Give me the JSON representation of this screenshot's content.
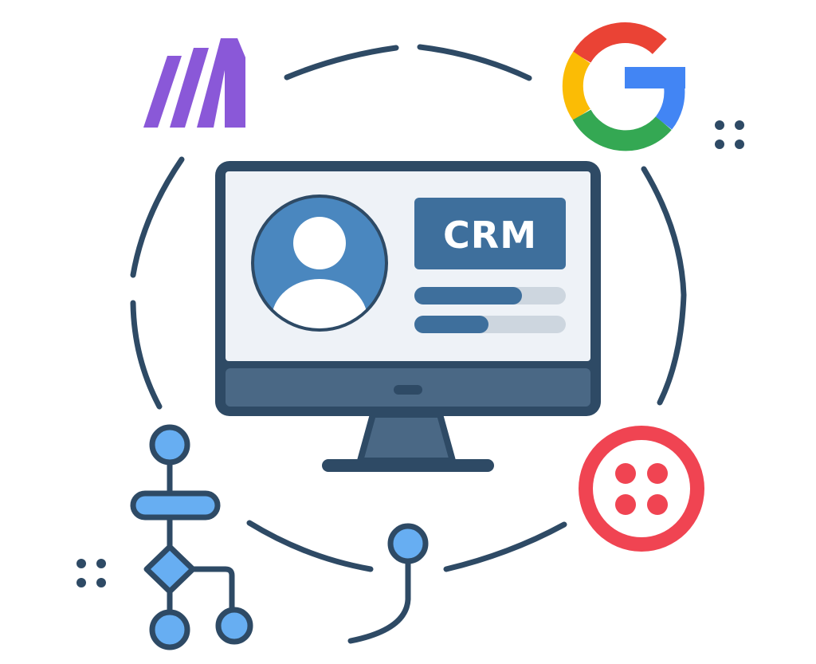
{
  "crm_label": "CRM",
  "colors": {
    "outline": "#2e4a65",
    "screen_fill": "#eef2f7",
    "monitor_body": "#4a6885",
    "avatar_blue": "#4a87bf",
    "crm_banner": "#3e6f9c",
    "bar_fill": "#3e6f9c",
    "bar_track": "#cdd6df",
    "node_blue": "#67aef2",
    "make_purple": "#8a58d8",
    "google_red": "#ea4335",
    "google_yellow": "#fbbc05",
    "google_green": "#34a853",
    "google_blue": "#4285f4",
    "twilio_red": "#f04452"
  },
  "progress_bars": [
    {
      "fill_fraction": 0.71
    },
    {
      "fill_fraction": 0.49
    }
  ],
  "icons": {
    "top_left": "make-logo-icon",
    "top_right": "google-logo-icon",
    "bottom_right": "twilio-logo-icon",
    "bottom_left": "workflow-flowchart-icon",
    "bottom_center": "connector-node-icon",
    "center": "desktop-monitor-icon"
  }
}
